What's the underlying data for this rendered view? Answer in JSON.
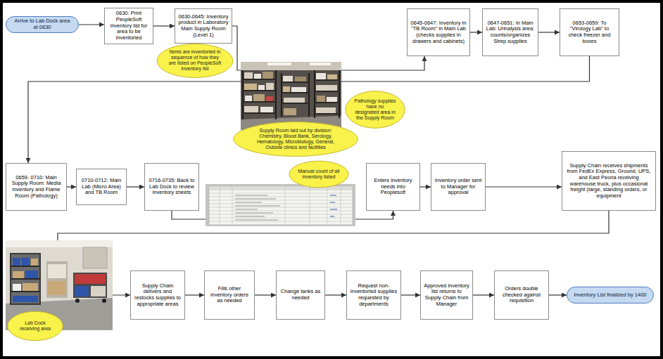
{
  "diagram": {
    "nodes": [
      {
        "text": [
          "Arrive to Lab Dock area at 0630"
        ]
      },
      {
        "text": [
          "0630: Print PeopleSoft inventory list for area to be inventoried"
        ]
      },
      {
        "text": [
          "0630-0645: Inventory product in Laboratory Main Supply Room (Level 1)"
        ]
      },
      {
        "text": [
          "Items are inventoried in sequence of how they are listed on PeopleSoft inventory list"
        ]
      },
      {
        "text": [
          "0645-0647: Inventory in \"TB Room\" in Main Lab (checks supplies in drawers and cabinets)"
        ]
      },
      {
        "text": [
          "0647-0651: In Main Lab: Urinalysis area: counts/organizes Strep supplies"
        ]
      },
      {
        "text": [
          "0653-0659: To \"Virology Lab\" to check freezer and boxes"
        ]
      },
      {
        "text": [
          "Pathology supplies have no designated area in the Supply Room"
        ]
      },
      {
        "text": [
          "Supply Room laid out by division: Chemistry, Blood Bank, Serology, Hematology, Microbiology, General, Outside clinics and facilities"
        ]
      },
      {
        "text": [
          "0659- 0710: Main Supply Room: Media inventory and Flame Room (Pathology)"
        ]
      },
      {
        "text": [
          "0710-0712: Main Lab (Micro Area) and TB Room"
        ]
      },
      {
        "text": [
          "0716-0735: Back to Lab Dock to review inventory sheets"
        ]
      },
      {
        "text": [
          "Manual count of all inventory listed"
        ]
      },
      {
        "text": [
          "Enters inventory needs into Peoplesoft"
        ]
      },
      {
        "text": [
          "Inventory order sent to Manager for approval"
        ]
      },
      {
        "text": [
          "Supply Chain receives shipments from FedEx Express, Ground, UPS, and East Peoria receiving warehouse truck, plus occasional freight (large, standing orders, or equipment"
        ]
      },
      {
        "text": [
          "Lab Dock receiving area"
        ]
      },
      {
        "text": [
          "Supply Chain delivers and restocks supplies to appropriate areas"
        ]
      },
      {
        "text": [
          "Fills other inventory orders as needed"
        ]
      },
      {
        "text": [
          "Change tanks as needed"
        ]
      },
      {
        "text": [
          "Request non-inventoried supplies requested by departments"
        ]
      },
      {
        "text": [
          "Approved inventory list returns to Supply Chain from Manager"
        ]
      },
      {
        "text": [
          "Orders double checked against requisition"
        ]
      },
      {
        "text": [
          "Inventory List finalized by 1400"
        ]
      }
    ],
    "edges": [
      {
        "from": 0,
        "to": 1,
        "arrow": "to"
      },
      {
        "from": 1,
        "to": 2,
        "arrow": "to"
      },
      {
        "from": 2,
        "to": 4,
        "arrow": "to"
      },
      {
        "from": 4,
        "to": 5,
        "arrow": "to"
      },
      {
        "from": 5,
        "to": 6,
        "arrow": "to"
      },
      {
        "from": 6,
        "to": 9,
        "arrow": "to"
      },
      {
        "from": 9,
        "to": 10,
        "arrow": "to"
      },
      {
        "from": 10,
        "to": 11,
        "arrow": "to"
      },
      {
        "from": 11,
        "to": 13,
        "arrow": "to"
      },
      {
        "from": 13,
        "to": 14,
        "arrow": "to"
      },
      {
        "from": 14,
        "to": 15,
        "arrow": "to"
      },
      {
        "from": 15,
        "to": 17,
        "arrow": "to"
      },
      {
        "from": 17,
        "to": 18,
        "arrow": "to"
      },
      {
        "from": 18,
        "to": 19,
        "arrow": "to"
      },
      {
        "from": 19,
        "to": 20,
        "arrow": "to"
      },
      {
        "from": 20,
        "to": 21,
        "arrow": "to"
      },
      {
        "from": 21,
        "to": 22,
        "arrow": "to"
      },
      {
        "from": 22,
        "to": 23,
        "arrow": "to"
      }
    ]
  }
}
